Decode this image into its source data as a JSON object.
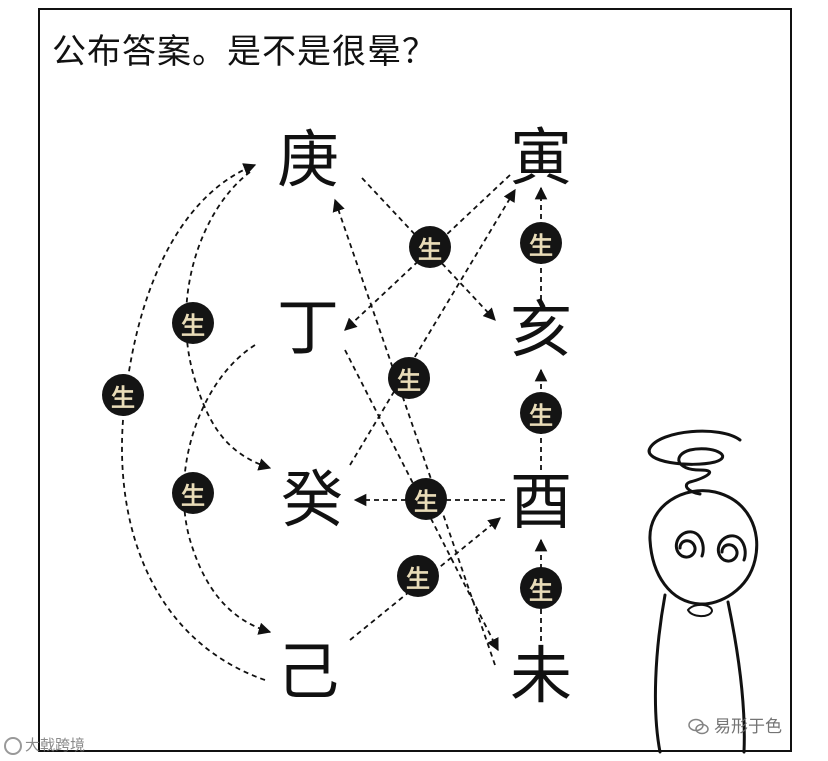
{
  "title": "公布答案。是不是很晕？",
  "nodes": {
    "geng": "庚",
    "ding": "丁",
    "gui": "癸",
    "ji": "己",
    "yin": "寅",
    "hai": "亥",
    "you": "酉",
    "wei": "未"
  },
  "badge_label": "生",
  "watermark_left": "大戟跨境",
  "watermark_right": "易形于色",
  "colors": {
    "ink": "#111111",
    "badge_bg": "#141414",
    "badge_text": "#e9dcb8"
  }
}
